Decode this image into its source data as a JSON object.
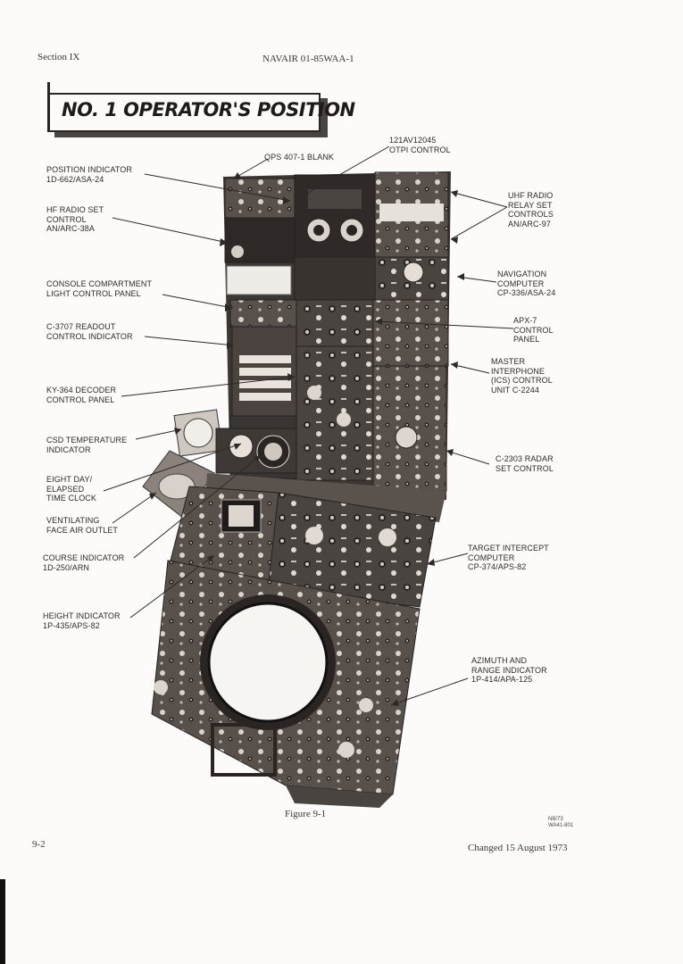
{
  "header": {
    "section": "Section IX",
    "doc_number": "NAVAIR 01-85WAA-1"
  },
  "title": "NO. 1 OPERATOR'S POSITION",
  "callouts": {
    "left": [
      [
        "POSITION INDICATOR",
        "1D-662/ASA-24"
      ],
      [
        "HF RADIO SET",
        "CONTROL",
        "AN/ARC-38A"
      ],
      [
        "CONSOLE COMPARTMENT",
        "LIGHT CONTROL PANEL"
      ],
      [
        "C-3707 READOUT",
        "CONTROL INDICATOR"
      ],
      [
        "KY-364 DECODER",
        "CONTROL PANEL"
      ],
      [
        "CSD TEMPERATURE",
        "INDICATOR"
      ],
      [
        "EIGHT DAY/",
        "ELAPSED",
        "TIME CLOCK"
      ],
      [
        "VENTILATING",
        "FACE AIR OUTLET"
      ],
      [
        "COURSE INDICATOR",
        "1D-250/ARN"
      ],
      [
        "HEIGHT INDICATOR",
        "1P-435/APS-82"
      ]
    ],
    "top": [
      [
        "QPS 407-1 BLANK"
      ],
      [
        "121AV12045",
        "OTPI CONTROL"
      ]
    ],
    "right": [
      [
        "UHF RADIO",
        "RELAY SET",
        "CONTROLS",
        "AN/ARC-97"
      ],
      [
        "NAVIGATION",
        "COMPUTER",
        "CP-336/ASA-24"
      ],
      [
        "APX-7",
        "CONTROL",
        "PANEL"
      ],
      [
        "MASTER",
        "INTERPHONE",
        "(ICS) CONTROL",
        "UNIT C-2244"
      ],
      [
        "C-2303 RADAR",
        "SET CONTROL"
      ],
      [
        "TARGET INTERCEPT",
        "COMPUTER",
        "CP-374/APS-82"
      ],
      [
        "AZIMUTH AND",
        "RANGE INDICATOR",
        "1P-414/APA-125"
      ]
    ]
  },
  "figure_caption": "Figure 9-1",
  "photo_ref": [
    "NB/73",
    "WA41-801"
  ],
  "footer": {
    "page": "9-2",
    "changed": "Changed 15 August 1973"
  }
}
